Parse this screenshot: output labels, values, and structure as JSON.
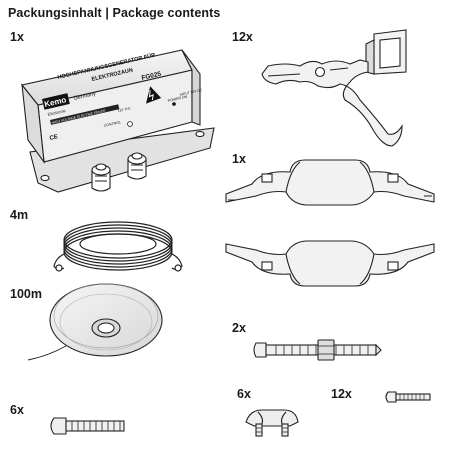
{
  "title": "Packungsinhalt | Package contents",
  "quantities": {
    "generator": "1x",
    "clips": "12x",
    "bracket": "1x",
    "cable": "4m",
    "wire": "100m",
    "bolt_long": "2x",
    "screw_left": "6x",
    "clamp": "6x",
    "screw_small": "12x"
  },
  "device": {
    "header_line1": "HOCHSPANNUNGSGENERATOR FÜR",
    "header_line2": "ELEKTROZAUN",
    "model": "FG025",
    "brand": "Kemo",
    "brand_sub": "Electronic",
    "country": "Germany",
    "strip_text": "HIGH VOLTAGE ELECTRIC FENCE",
    "ce_mark": "CE",
    "control_label": "CONTROL",
    "power_label": "POWER ON",
    "input_label": "INPUT 12V DC",
    "voltage_label": "12V 1Hz"
  }
}
